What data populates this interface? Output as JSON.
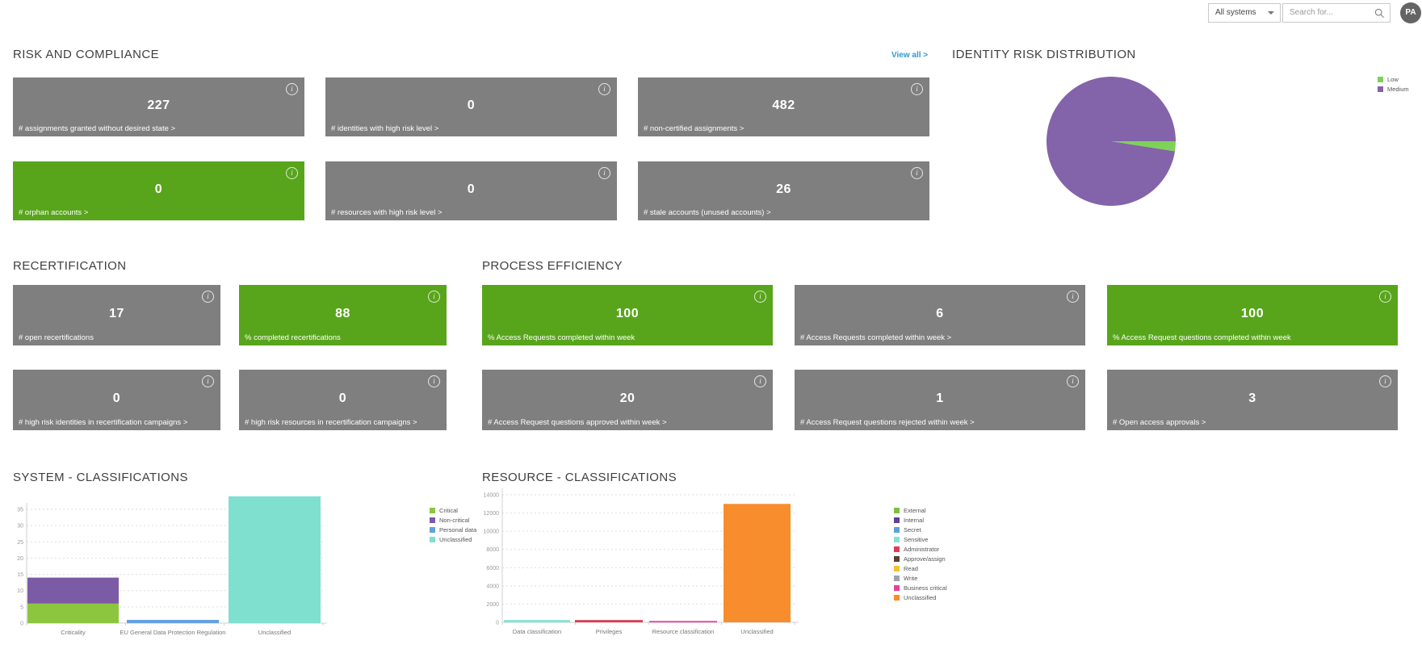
{
  "topbar": {
    "system_filter_value": "All systems",
    "search_placeholder": "Search for...",
    "avatar_initials": "PA"
  },
  "colors": {
    "tile_gray": "#7f7f7f",
    "tile_green": "#58a51c",
    "link_blue": "#2d9ad3"
  },
  "sections": {
    "risk_compliance": {
      "title": "RISK AND COMPLIANCE",
      "view_all": "View all >",
      "tiles": [
        {
          "value": "227",
          "label": "# assignments granted without desired state >",
          "color": "gray"
        },
        {
          "value": "0",
          "label": "# identities with high risk level >",
          "color": "gray"
        },
        {
          "value": "482",
          "label": "# non-certified assignments >",
          "color": "gray"
        },
        {
          "value": "0",
          "label": "# orphan accounts >",
          "color": "green"
        },
        {
          "value": "0",
          "label": "# resources with high risk level >",
          "color": "gray"
        },
        {
          "value": "26",
          "label": "# stale accounts (unused accounts) >",
          "color": "gray"
        }
      ]
    },
    "identity_risk": {
      "title": "IDENTITY RISK DISTRIBUTION"
    },
    "recertification": {
      "title": "RECERTIFICATION",
      "tiles": [
        {
          "value": "17",
          "label": "# open recertifications",
          "color": "gray"
        },
        {
          "value": "88",
          "label": "% completed recertifications",
          "color": "green"
        },
        {
          "value": "0",
          "label": "# high risk identities in recertification campaigns >",
          "color": "gray"
        },
        {
          "value": "0",
          "label": "# high risk resources in recertification campaigns >",
          "color": "gray"
        }
      ]
    },
    "process_efficiency": {
      "title": "PROCESS EFFICIENCY",
      "tiles": [
        {
          "value": "100",
          "label": "% Access Requests completed within week",
          "color": "green"
        },
        {
          "value": "6",
          "label": "# Access Requests completed within week >",
          "color": "gray"
        },
        {
          "value": "100",
          "label": "% Access Request questions completed within week",
          "color": "green"
        },
        {
          "value": "20",
          "label": "# Access Request questions approved within week >",
          "color": "gray"
        },
        {
          "value": "1",
          "label": "# Access Request questions rejected within week >",
          "color": "gray"
        },
        {
          "value": "3",
          "label": "# Open access approvals >",
          "color": "gray"
        }
      ]
    },
    "system_classifications": {
      "title": "SYSTEM - CLASSIFICATIONS"
    },
    "resource_classifications": {
      "title": "RESOURCE - CLASSIFICATIONS"
    }
  },
  "chart_data": [
    {
      "type": "pie",
      "title": "IDENTITY RISK DISTRIBUTION",
      "legend_position": "right",
      "slices": [
        {
          "label": "Low",
          "value": 2.5,
          "color": "#7ed357"
        },
        {
          "label": "Medium",
          "value": 97.5,
          "color": "#8363a9"
        }
      ]
    },
    {
      "type": "bar",
      "stacked": true,
      "title": "SYSTEM - CLASSIFICATIONS",
      "categories": [
        "Criticality",
        "EU General Data Protection Regulation",
        "Unclassified"
      ],
      "series": [
        {
          "name": "Critical",
          "color": "#8cc63f",
          "values": [
            6,
            0,
            0
          ]
        },
        {
          "name": "Non-critical",
          "color": "#7b5aa6",
          "values": [
            8,
            0,
            0
          ]
        },
        {
          "name": "Personal data",
          "color": "#64a1de",
          "values": [
            0,
            1,
            0
          ]
        },
        {
          "name": "Unclassified",
          "color": "#7fe0d0",
          "values": [
            0,
            0,
            39
          ]
        }
      ],
      "ylim": [
        0,
        39
      ],
      "yticks": [
        0,
        5,
        10,
        15,
        20,
        25,
        30,
        35
      ],
      "grid": true,
      "legend_position": "right"
    },
    {
      "type": "bar",
      "stacked": true,
      "title": "RESOURCE - CLASSIFICATIONS",
      "categories": [
        "Data classification",
        "Privileges",
        "Resource classification",
        "Unclassified"
      ],
      "series": [
        {
          "name": "External",
          "color": "#7cc143",
          "values": [
            0,
            0,
            0,
            0
          ]
        },
        {
          "name": "Internal",
          "color": "#5c4390",
          "values": [
            0,
            0,
            0,
            0
          ]
        },
        {
          "name": "Secret",
          "color": "#5f9fe0",
          "values": [
            0,
            0,
            0,
            0
          ]
        },
        {
          "name": "Sensitive",
          "color": "#7fe5d2",
          "values": [
            250,
            0,
            0,
            0
          ]
        },
        {
          "name": "Administrator",
          "color": "#e23a54",
          "values": [
            0,
            250,
            0,
            0
          ]
        },
        {
          "name": "Approve/assign",
          "color": "#55403a",
          "values": [
            0,
            0,
            0,
            0
          ]
        },
        {
          "name": "Read",
          "color": "#f3c234",
          "values": [
            0,
            0,
            0,
            0
          ]
        },
        {
          "name": "Write",
          "color": "#9fa2a8",
          "values": [
            0,
            0,
            0,
            0
          ]
        },
        {
          "name": "Business critical",
          "color": "#e83e9e",
          "values": [
            0,
            0,
            150,
            0
          ]
        },
        {
          "name": "Unclassified",
          "color": "#f78d2d",
          "values": [
            0,
            0,
            0,
            13000
          ]
        }
      ],
      "ylim": [
        0,
        14000
      ],
      "yticks": [
        0,
        2000,
        4000,
        6000,
        8000,
        10000,
        12000,
        14000
      ],
      "grid": true,
      "legend_position": "right"
    }
  ]
}
